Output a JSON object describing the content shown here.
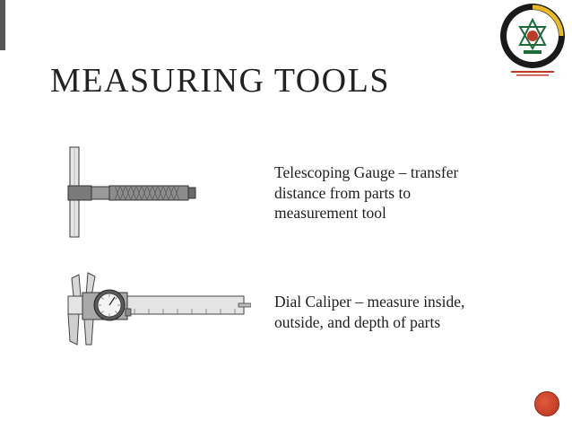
{
  "slide": {
    "title": "MEASURING TOOLS"
  },
  "logo": {
    "name": "university-seal"
  },
  "tools": [
    {
      "name": "telescoping-gauge",
      "lines": [
        "Telescoping Gauge – transfer",
        "distance from parts to",
        "measurement tool"
      ]
    },
    {
      "name": "dial-caliper",
      "lines": [
        "Dial Caliper – measure inside,",
        "outside, and depth of parts"
      ]
    }
  ],
  "colors": {
    "accent": "#c0392b",
    "title": "#222222",
    "text": "#1f1f1f",
    "seal_green": "#1d6b3a",
    "seal_gold": "#e8b923"
  }
}
